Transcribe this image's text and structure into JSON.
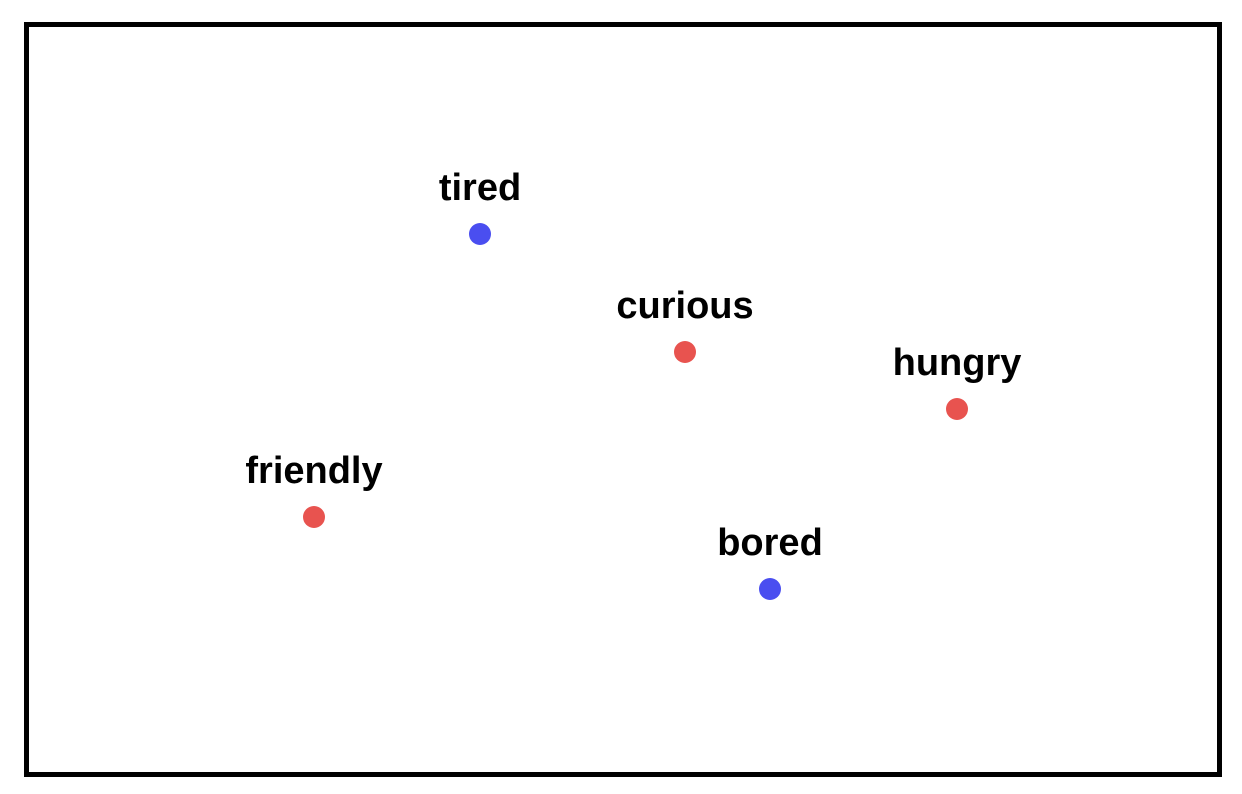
{
  "legend_colors": {
    "red": "#e8534f",
    "blue": "#4a4ef0"
  },
  "words": [
    {
      "label": "tired",
      "color": "#4a4ef0"
    },
    {
      "label": "curious",
      "color": "#e8534f"
    },
    {
      "label": "hungry",
      "color": "#e8534f"
    },
    {
      "label": "friendly",
      "color": "#e8534f"
    },
    {
      "label": "bored",
      "color": "#4a4ef0"
    }
  ]
}
